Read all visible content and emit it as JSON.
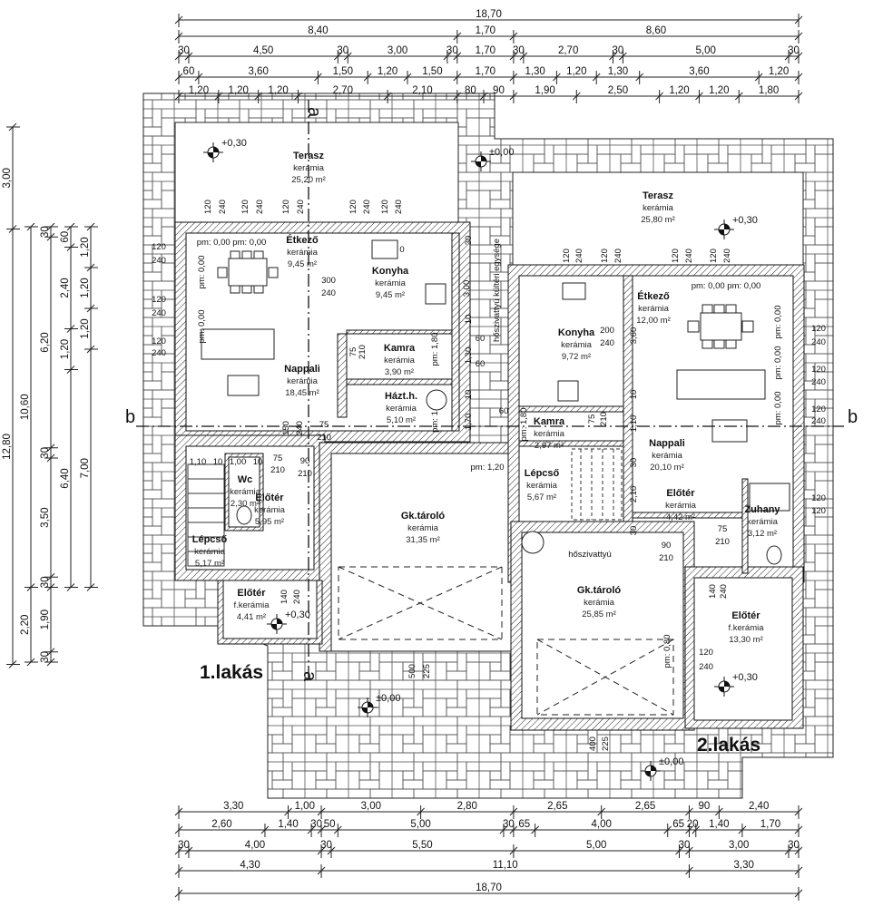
{
  "dimensions": {
    "top": [
      [
        "18,70"
      ],
      [
        "8,40",
        "1,70",
        "8,60"
      ],
      [
        "30",
        "4,50",
        "30",
        "3,00",
        "30",
        "1,70",
        "30",
        "2,70",
        "30",
        "5,00",
        "30"
      ],
      [
        "60",
        "3,60",
        "1,50",
        "1,20",
        "1,50",
        "1,70",
        "1,30",
        "1,20",
        "1,30",
        "3,60",
        "1,20"
      ],
      [
        "1,20",
        "1,20",
        "1,20",
        "2,70",
        "2,10",
        "80",
        "90",
        "1,90",
        "2,50",
        "1,20",
        "1,20",
        "1,80"
      ]
    ],
    "bottom": [
      [
        "3,30",
        "1,00",
        "3,00",
        "2,80",
        "2,65",
        "2,65",
        "90",
        "2,40"
      ],
      [
        "2,60",
        "1,40",
        "30",
        "50",
        "5,00",
        "30",
        "65",
        "4,00",
        "65",
        "20",
        "1,40",
        "1,70"
      ],
      [
        "30",
        "4,00",
        "30",
        "5,50",
        "5,00",
        "30",
        "3,00",
        "30"
      ],
      [
        "4,30",
        "11,10",
        "3,30"
      ],
      [
        "18,70"
      ]
    ],
    "left": [
      [
        "3,00",
        "12,80"
      ],
      [
        "10,60",
        "2,20"
      ],
      [
        "30",
        "6,20",
        "30",
        "3,50",
        "30",
        "1,90",
        "30"
      ],
      [
        "60",
        "2,40",
        "1,20",
        "6,40"
      ],
      [
        "1,20",
        "1,20",
        "1,20",
        "7,00"
      ]
    ]
  },
  "rooms": [
    {
      "name": "Terasz",
      "material": "kerámia",
      "area": "25,20 m²"
    },
    {
      "name": "Terasz",
      "material": "kerámia",
      "area": "25,80 m²"
    },
    {
      "name": "Étkező",
      "material": "kerámia",
      "area": "9,45 m²"
    },
    {
      "name": "Konyha",
      "material": "kerámia",
      "area": "9,45 m²"
    },
    {
      "name": "Nappali",
      "material": "kerámia",
      "area": "18,45 m²"
    },
    {
      "name": "Kamra",
      "material": "kerámia",
      "area": "3,90 m²"
    },
    {
      "name": "Házt.h.",
      "material": "kerámia",
      "area": "5,10 m²"
    },
    {
      "name": "Konyha",
      "material": "kerámia",
      "area": "9,72 m²"
    },
    {
      "name": "Étkező",
      "material": "kerámia",
      "area": "12,00 m²"
    },
    {
      "name": "Kamra",
      "material": "kerámia",
      "area": "2,97 m²"
    },
    {
      "name": "Nappali",
      "material": "kerámia",
      "area": "20,10 m²"
    },
    {
      "name": "Lépcső",
      "material": "kerámia",
      "area": "5,67 m²"
    },
    {
      "name": "Előtér",
      "material": "kerámia",
      "area": "4,42 m²"
    },
    {
      "name": "Zuhany",
      "material": "kerámia",
      "area": "3,12 m²"
    },
    {
      "name": "Gk.tároló",
      "material": "kerámia",
      "area": "25,85 m²"
    },
    {
      "name": "Előtér",
      "material": "f.kerámia",
      "area": "13,30 m²"
    },
    {
      "name": "Wc",
      "material": "kerámia",
      "area": "2,30 m²"
    },
    {
      "name": "Előtér",
      "material": "kerámia",
      "area": "5,95 m²"
    },
    {
      "name": "Lépcső",
      "material": "kerámia",
      "area": "5,17 m²"
    },
    {
      "name": "Gk.tároló",
      "material": "kerámia",
      "area": "31,35 m²"
    },
    {
      "name": "Előtér",
      "material": "f.kerámia",
      "area": "4,41 m²"
    }
  ],
  "levels": [
    "+0,30",
    "±0,00",
    "+0,30",
    "+0,30",
    "±0,00",
    "+0,30",
    "±0,00"
  ],
  "units": [
    "1.lakás",
    "2.lakás"
  ],
  "sections": [
    "a",
    "a",
    "b",
    "b"
  ],
  "annotations": [
    "120",
    "240",
    "120",
    "240",
    "120",
    "240",
    "120",
    "240",
    "120",
    "240",
    "120",
    "240",
    "120",
    "240",
    "120",
    "240",
    "120",
    "240",
    "120",
    "240",
    "120",
    "240",
    "120",
    "240",
    "120",
    "120",
    "120",
    "240",
    "120",
    "240",
    "120",
    "240",
    "pm: 0,00  pm: 0,00",
    "pm: 0,00",
    "pm: 0,00",
    "300",
    "240",
    "75",
    "210",
    "pm: 1,80",
    "pm: 1",
    "150",
    "240",
    "75",
    "210",
    "90",
    "210",
    "1,10",
    "10",
    "1,00",
    "10",
    "75",
    "210",
    "140",
    "240",
    "500",
    "225",
    "pm: 1,20",
    "200",
    "240",
    "3,60",
    "pm: 1,80",
    "75",
    "210",
    "10",
    "1,10",
    "30",
    "2,10",
    "30",
    "75",
    "210",
    "90",
    "210",
    "hőszivattyú",
    "pm: 0,00  pm: 0,00",
    "pm: 0,00",
    "pm: 0,00",
    "pm: 0,00",
    "140",
    "240",
    "120",
    "240",
    "pm: 0,80",
    "400",
    "225",
    "hőszivattyú kültéri egysége",
    "3,00",
    "30",
    "10",
    "1,30",
    "10",
    "1,70",
    "60",
    "60",
    "60",
    "0"
  ]
}
